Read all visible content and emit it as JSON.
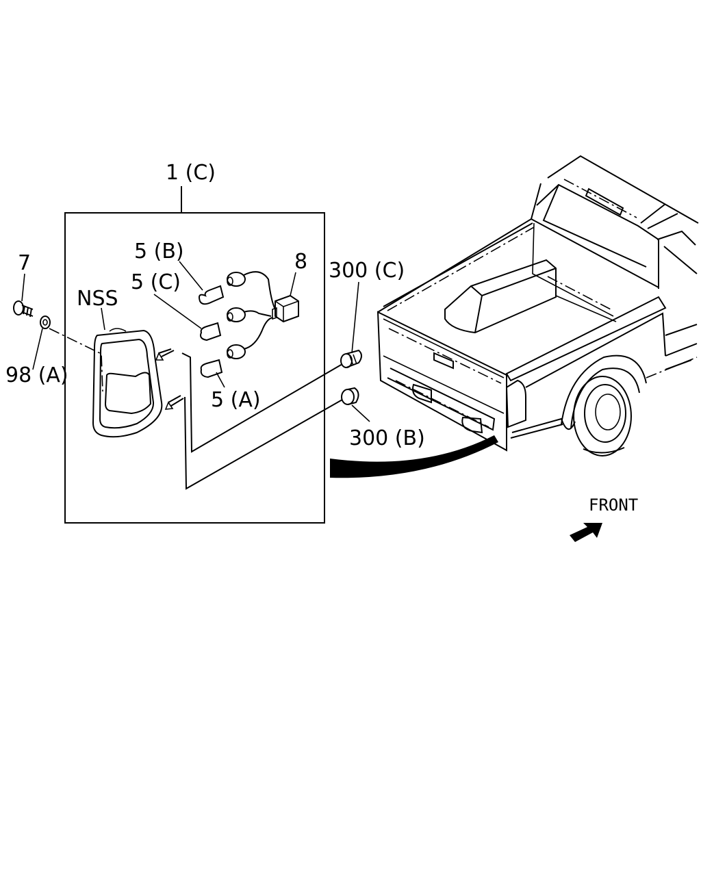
{
  "labels": {
    "assembly": "1 (C)",
    "bulb_b": "5 (B)",
    "bulb_c": "5 (C)",
    "bulb_a": "5 (A)",
    "connector": "8",
    "screw": "7",
    "washer": "98 (A)",
    "nss": "NSS",
    "clip_c": "300 (C)",
    "clip_b": "300 (B)",
    "front": "FRONT"
  },
  "colors": {
    "line": "#000000",
    "background": "#ffffff"
  }
}
